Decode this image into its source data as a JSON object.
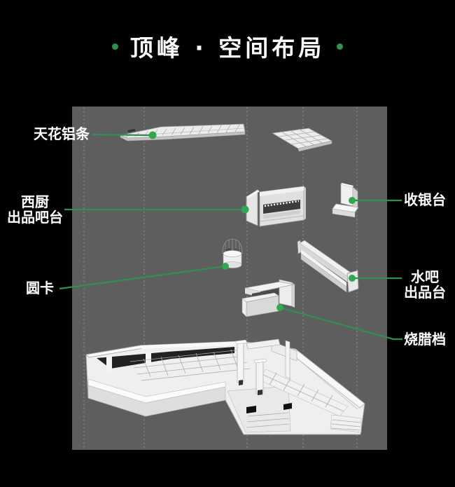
{
  "title": {
    "text": "顶峰 · 空间布局"
  },
  "labels": {
    "ceiling": "天花铝条",
    "west_kitchen_line1": "西厨",
    "west_kitchen_line2": "出品吧台",
    "round_booth": "圆卡",
    "cashier": "收银台",
    "water_bar_line1": "水吧",
    "water_bar_line2": "出品台",
    "bbq": "烧腊档"
  },
  "colors": {
    "background": "#000000",
    "canvas": "#5e5e5e",
    "accent": "#2e9150",
    "accent_dot": "#2fa84f",
    "text": "#ffffff"
  }
}
